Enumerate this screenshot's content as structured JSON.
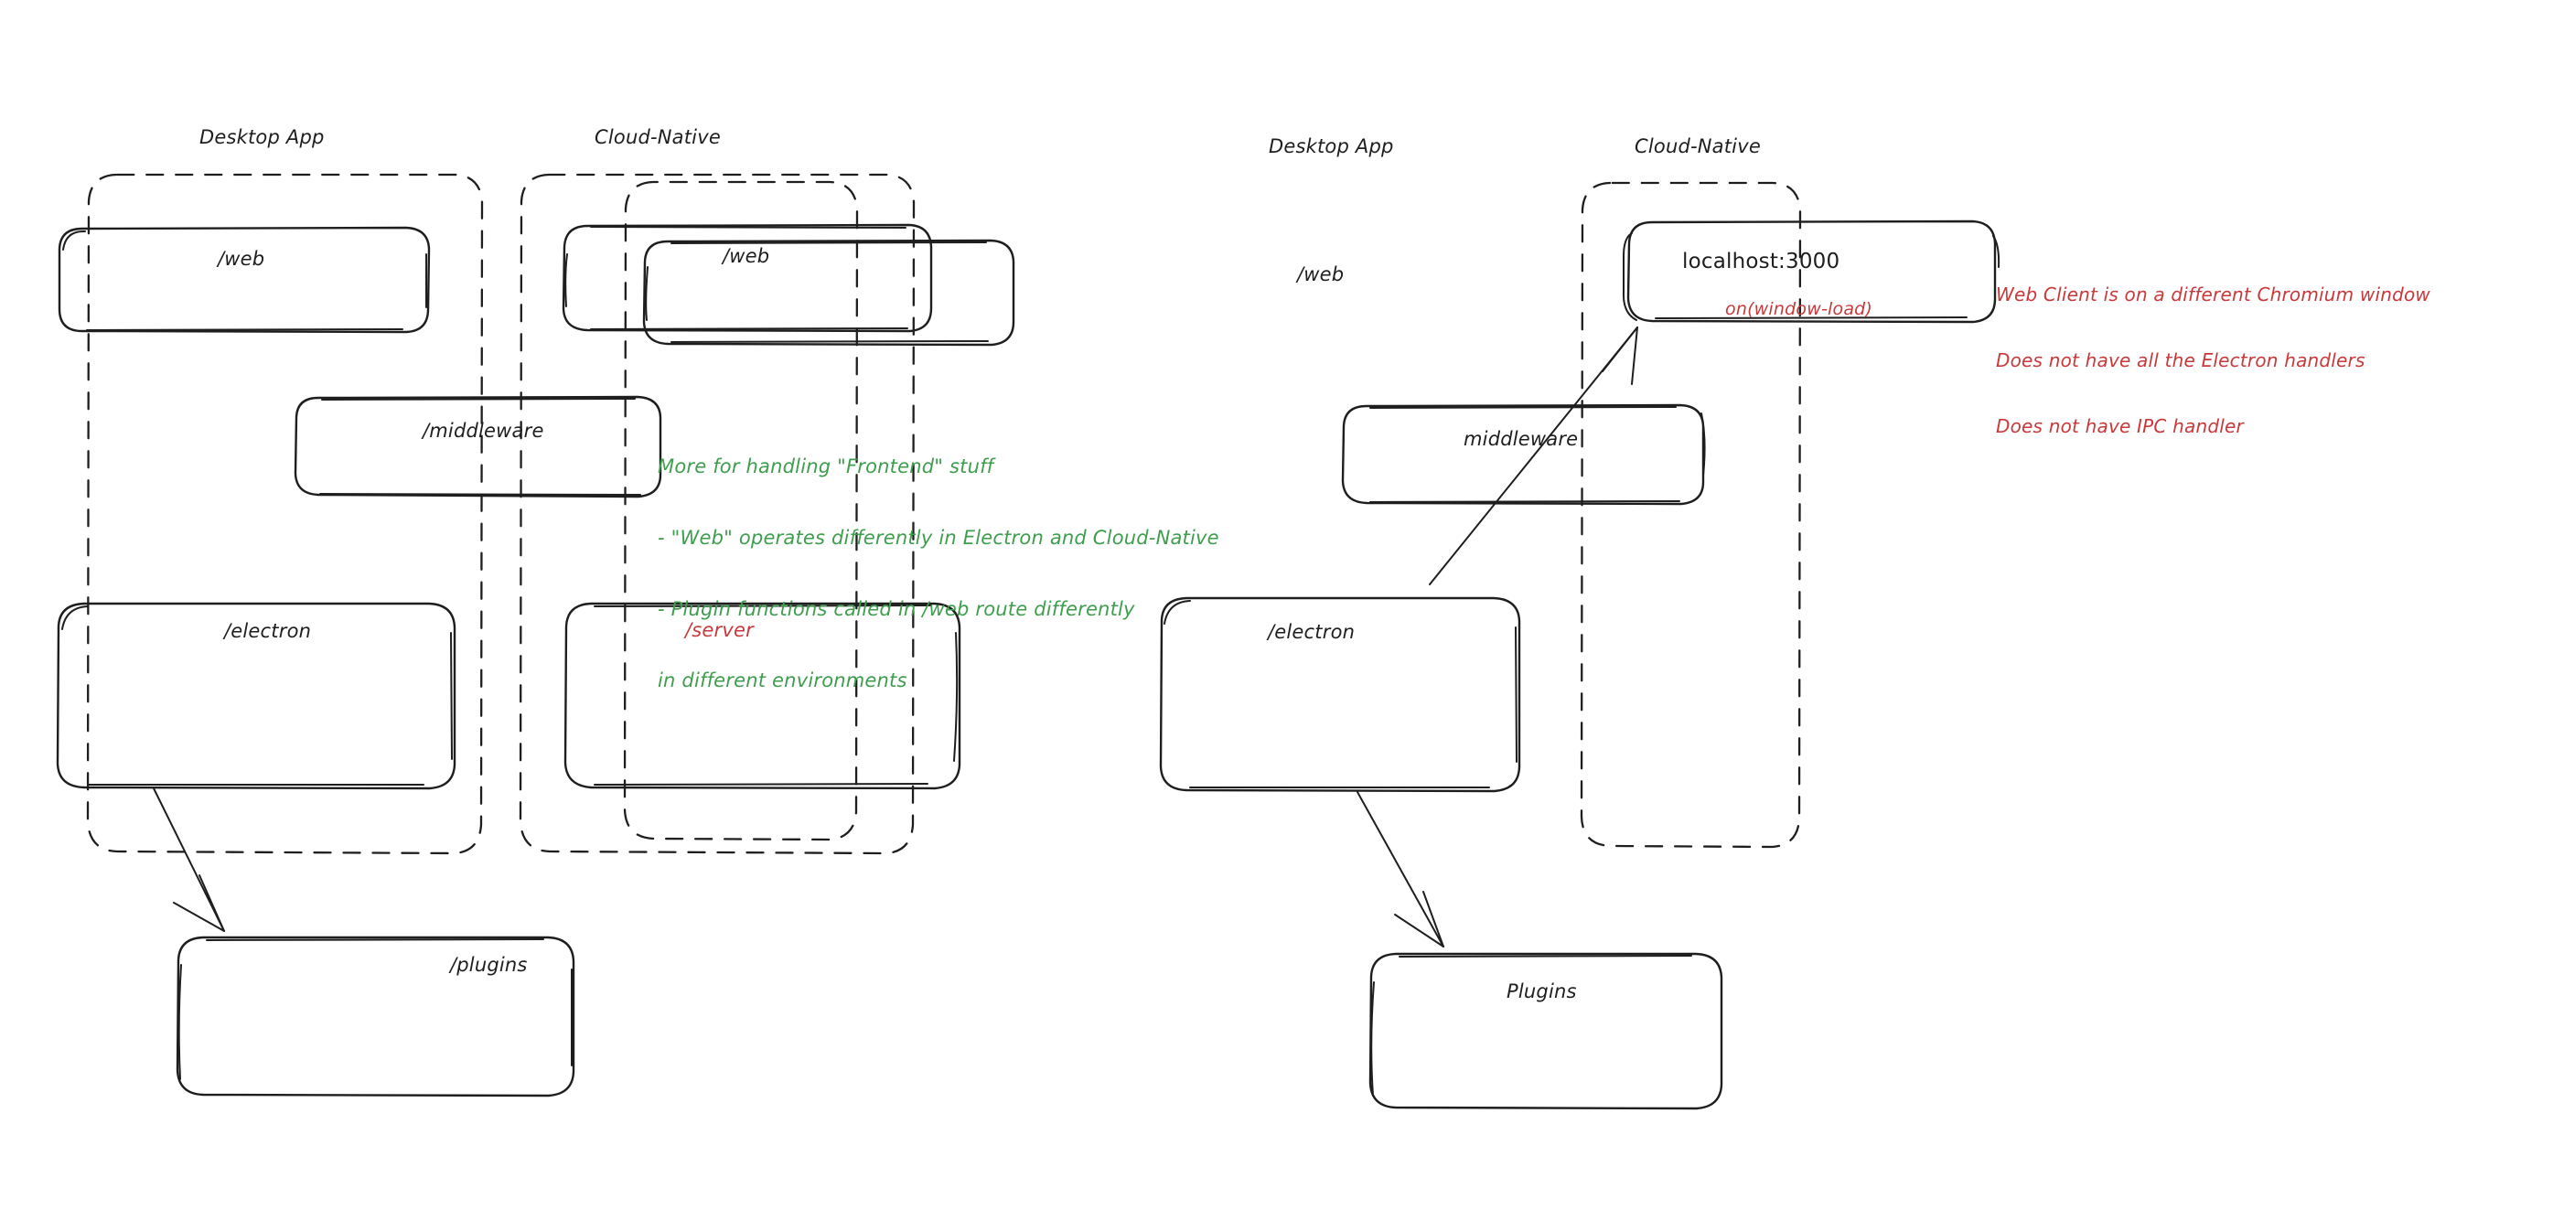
{
  "diagram": {
    "title": "Desktop App vs Cloud-Native architecture sketch",
    "style": "hand-drawn whiteboard",
    "colors": {
      "stroke": "#1e1e1e",
      "green_note": "#3e9e4e",
      "red_note": "#c9393b",
      "background": "#ffffff"
    }
  },
  "left_diagram": {
    "groups": [
      {
        "label": "Desktop App"
      },
      {
        "label": "Cloud-Native"
      }
    ],
    "boxes": [
      {
        "label": "/web",
        "color": "#1e1e1e"
      },
      {
        "label": "/web",
        "color": "#1e1e1e"
      },
      {
        "label": "/middleware",
        "color": "#1e1e1e"
      },
      {
        "label": "/electron",
        "color": "#1e1e1e"
      },
      {
        "label": "/server",
        "color": "#c9393b"
      },
      {
        "label": "/plugins",
        "color": "#1e1e1e"
      }
    ],
    "note_green": {
      "lines": [
        "More for handling \"Frontend\" stuff",
        "- \"Web\" operates differently in Electron and Cloud-Native",
        "- Plugin functions called in /web route differently",
        "in different environments"
      ]
    }
  },
  "right_diagram": {
    "groups": [
      {
        "label": "Desktop App"
      },
      {
        "label": "Cloud-Native"
      }
    ],
    "boxes": [
      {
        "label": "/web",
        "color": "#1e1e1e"
      },
      {
        "label": "localhost:3000",
        "sub_label": "on(window-load)",
        "color": "#1e1e1e",
        "sub_color": "#c9393b"
      },
      {
        "label": "middleware",
        "color": "#1e1e1e"
      },
      {
        "label": "/electron",
        "color": "#1e1e1e"
      },
      {
        "label": "Plugins",
        "color": "#1e1e1e"
      }
    ],
    "note_red": {
      "lines": [
        "Web Client is on a different Chromium window",
        "Does not have all the Electron handlers",
        "Does not have IPC handler"
      ]
    }
  }
}
